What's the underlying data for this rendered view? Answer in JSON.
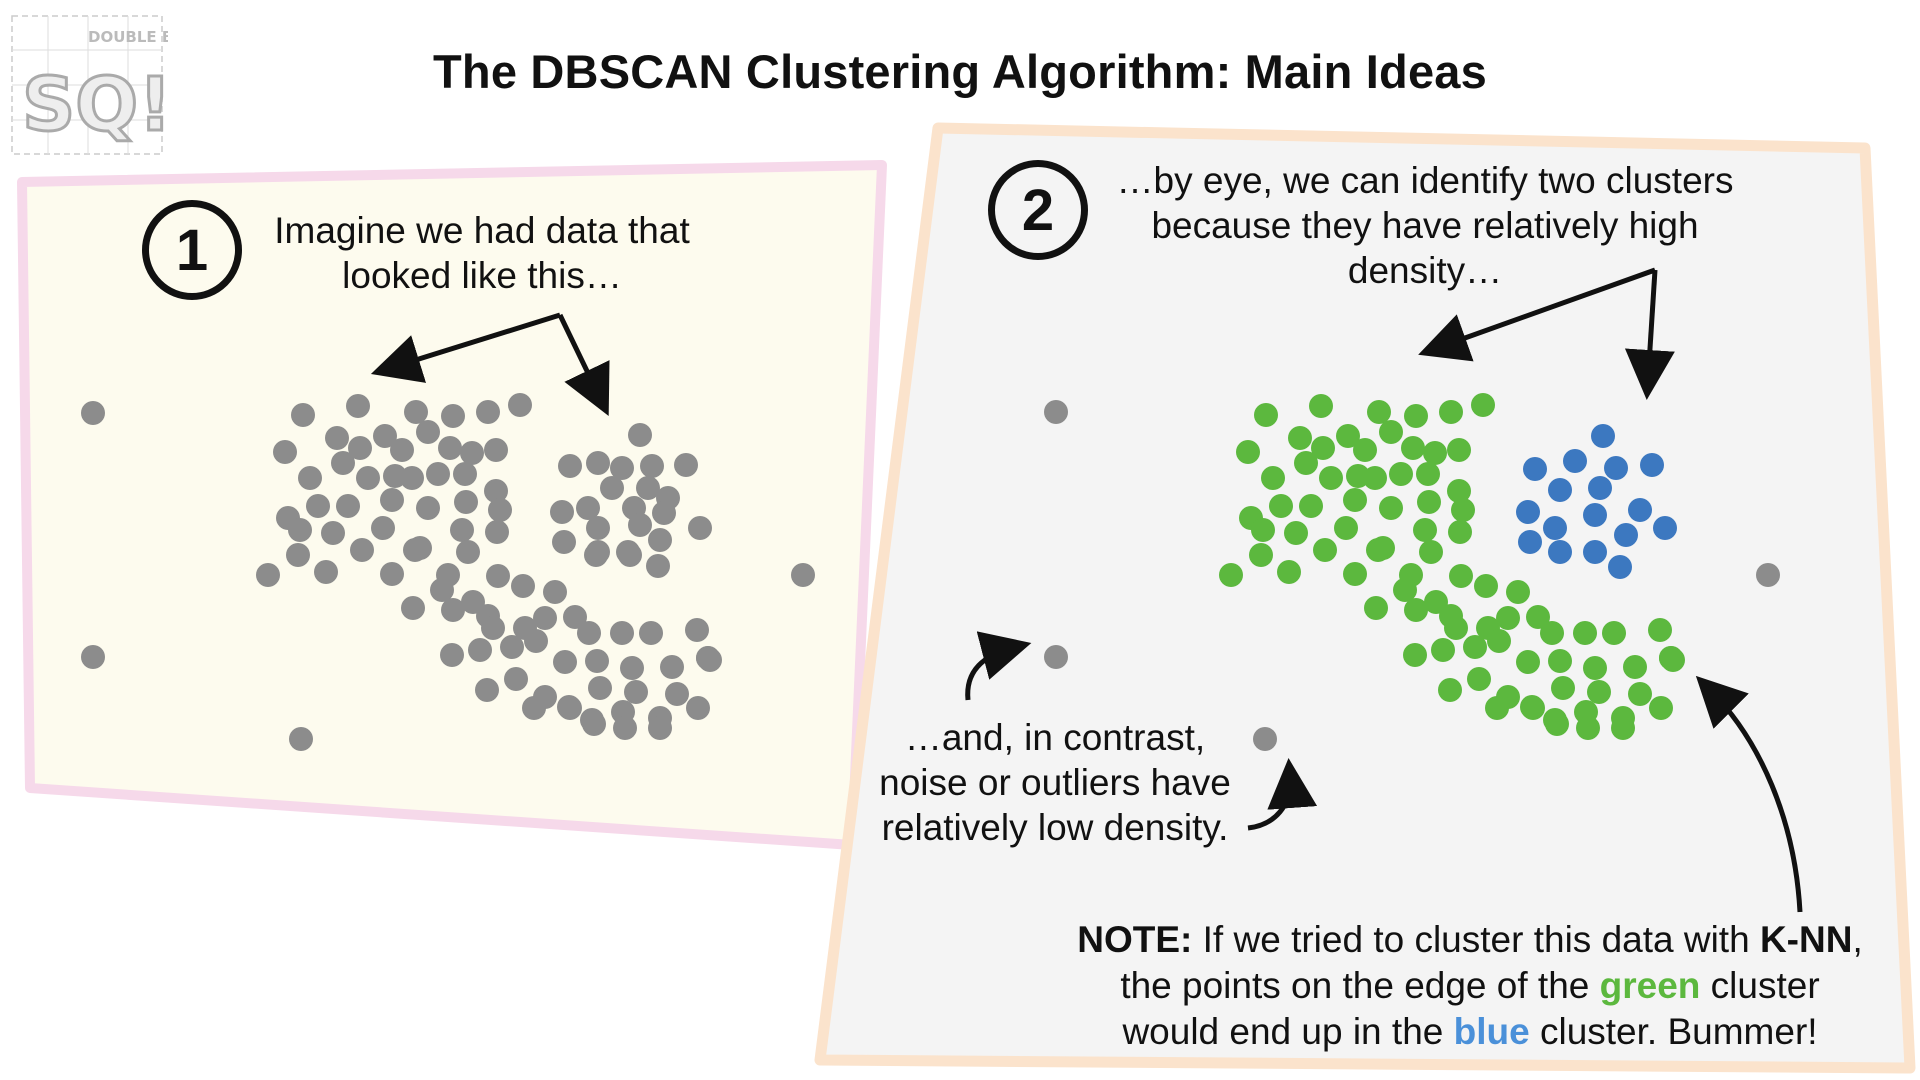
{
  "title": "The DBSCAN Clustering Algorithm: Main Ideas",
  "logo": {
    "text_top": "DOUBLE BAM!!!",
    "text_main": "SQ!"
  },
  "step1": {
    "number": "1",
    "caption_line1": "Imagine we had data that",
    "caption_line2": "looked like this…"
  },
  "step2": {
    "number": "2",
    "caption_line1": "…by eye, we can identify two clusters",
    "caption_line2": "because they have relatively high",
    "caption_line3": "density…"
  },
  "noise_caption": {
    "line1": "…and, in contrast,",
    "line2": "noise or outliers have",
    "line3": "relatively low density."
  },
  "note": {
    "label": "NOTE:",
    "text1": " If we tried to cluster this data with ",
    "knn": "K-NN",
    "text2": ",",
    "text3": "the points on the edge of the ",
    "green": "green",
    "text4": " cluster",
    "text5": "would end up in the ",
    "blue": "blue",
    "text6": " cluster. Bummer!"
  },
  "colors": {
    "gray_point": "#8c8c8c",
    "green_point": "#5cb83e",
    "blue_point": "#3c78c0",
    "panel1_bg": "#fdfbee",
    "panel1_border": "#f6d9ea",
    "panel2_bg": "#f4f4f4",
    "panel2_border": "#fbe3cc"
  }
}
